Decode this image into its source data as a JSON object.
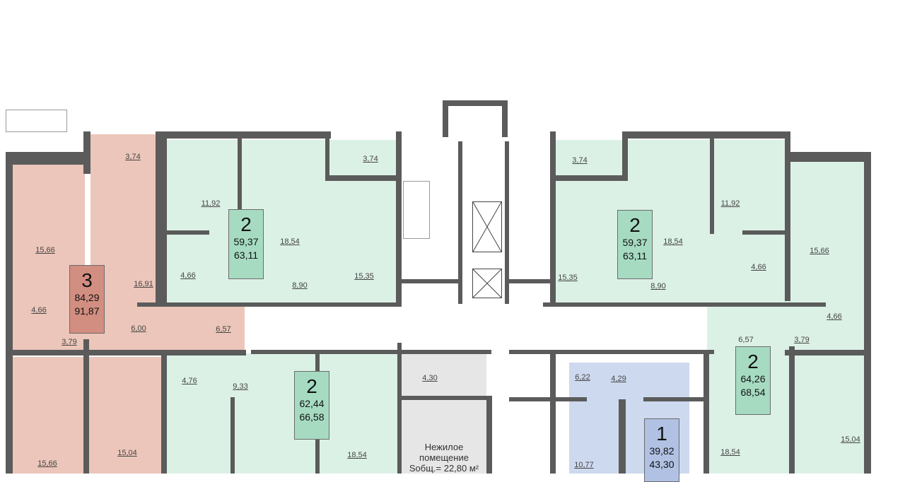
{
  "apartments": [
    {
      "id": "apt-3-left",
      "rooms": "3",
      "living_area": "84,29",
      "total_area": "91,87",
      "color": "#d28e80",
      "room_areas": [
        "3,74",
        "15,66",
        "16,91",
        "4,66",
        "3,79",
        "6,00",
        "6,57",
        "15,66",
        "15,04"
      ]
    },
    {
      "id": "apt-2-top-left",
      "rooms": "2",
      "living_area": "59,37",
      "total_area": "63,11",
      "color": "#a6dbc2",
      "room_areas": [
        "11,92",
        "18,54",
        "3,74",
        "4,66",
        "15,35",
        "8,90"
      ]
    },
    {
      "id": "apt-2-top-right",
      "rooms": "2",
      "living_area": "59,37",
      "total_area": "63,11",
      "color": "#a6dbc2",
      "room_areas": [
        "3,74",
        "15,35",
        "18,54",
        "8,90",
        "11,92",
        "4,66",
        "15,66"
      ]
    },
    {
      "id": "apt-2-bottom-right",
      "rooms": "2",
      "living_area": "64,26",
      "total_area": "68,54",
      "color": "#a6dbc2",
      "room_areas": [
        "6,57",
        "3,79",
        "4,66",
        "18,54",
        "15,04"
      ]
    },
    {
      "id": "apt-1",
      "rooms": "1",
      "living_area": "39,82",
      "total_area": "43,30",
      "color": "#b0c1e3",
      "room_areas": [
        "6,22",
        "4,29",
        "10,77"
      ]
    },
    {
      "id": "apt-2-bottom-middle",
      "rooms": "2",
      "living_area": "62,44",
      "total_area": "66,58",
      "color": "#a6dbc2",
      "room_areas": [
        "4,76",
        "9,33",
        "18,54"
      ]
    }
  ],
  "nonresidential": {
    "bath_area": "4,30",
    "line1": "Нежилое",
    "line2": "помещение",
    "line3": "Sобщ.= 22,80 м²",
    "color": "#e6e6e6"
  }
}
